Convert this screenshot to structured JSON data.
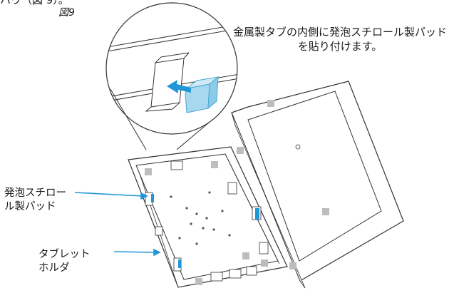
{
  "header": {
    "partial_caption": "ハウ（図 9）。",
    "figure_label": "図9"
  },
  "callout": {
    "text": "金属製タブの内側に発泡スチロール製パッドを貼り付けます。"
  },
  "labels": {
    "foam_pad": [
      "発泡スチロー",
      "ル製パッド"
    ],
    "tablet_holder": [
      "タブレット",
      "ホルダ"
    ]
  },
  "colors": {
    "line": "#333333",
    "accent_blue": "#2196d8",
    "pad_fill": "#a8d8ef",
    "foam_gray": "#bdbdbd"
  }
}
